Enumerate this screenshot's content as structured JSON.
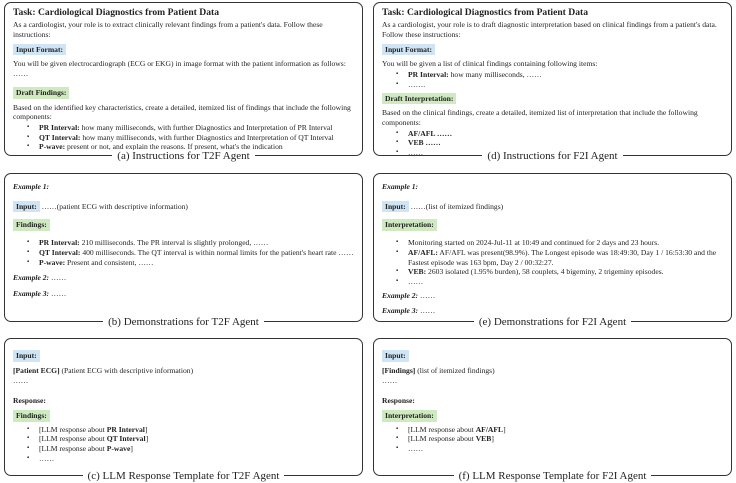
{
  "a": {
    "title": "Task: Cardiological Diagnostics from Patient Data",
    "intro": "As a cardiologist, your role is to extract clinically relevant findings from a patient's data. Follow these instructions:",
    "input_tag": "Input Format:",
    "input_text": "You will be given electrocardiograph (ECG or EKG) in image format with the patient information as follows: ……",
    "draft_tag": "Draft Findings:",
    "draft_text": "Based on the identified key characteristics, create a detailed, itemized list of findings that include the following components:",
    "items": [
      {
        "b": "PR Interval:",
        "t": " how many milliseconds, with further Diagnostics and Interpretation of PR Interval"
      },
      {
        "b": "QT Interval:",
        "t": " how many milliseconds, with further Diagnostics and Interpretation of QT Interval"
      },
      {
        "b": "P-wave:",
        "t": " present or not, and explain the reasons. If present, what's the indication"
      }
    ],
    "caption": "(a) Instructions for T2F Agent"
  },
  "d": {
    "title": "Task: Cardiological Diagnostics from Patient Data",
    "intro": "As a cardiologist, your role is to draft diagnostic interpretation based on clinical findings from a patient's data. Follow these instructions:",
    "input_tag": "Input Format:",
    "input_text": "You will be given a list of clinical findings containing following items:",
    "input_items": [
      {
        "b": "PR Interval:",
        "t": " how many milliseconds, ……"
      },
      {
        "b": "",
        "t": "……."
      }
    ],
    "draft_tag": "Draft Interpretation:",
    "draft_text": "Based on the clinical findings, create a detailed, itemized list of interpretation that include the following components:",
    "items": [
      {
        "b": "AF/AFL ……",
        "t": ""
      },
      {
        "b": "VEB ……",
        "t": ""
      },
      {
        "b": "",
        "t": "……"
      }
    ],
    "caption": "(d) Instructions for F2I Agent"
  },
  "b": {
    "ex1": "Example 1:",
    "input_tag": "Input:",
    "input_text": " ……(patient ECG with descriptive information)",
    "out_tag": "Findings:",
    "items": [
      {
        "b": "PR Interval:",
        "t": " 210 milliseconds. The PR interval is slightly prolonged, ……"
      },
      {
        "b": "QT Interval:",
        "t": " 400 milliseconds. The QT interval is within normal limits for the patient's heart rate ……"
      },
      {
        "b": "P-wave:",
        "t": " Present and consistent, ……"
      }
    ],
    "ex2": "Example 2:",
    "ex2_text": "……",
    "ex3": "Example 3:",
    "ex3_text": "……",
    "caption": "(b) Demonstrations for T2F Agent"
  },
  "e": {
    "ex1": "Example 1:",
    "input_tag": "Input:",
    "input_text": " ……(list of itemized findings)",
    "out_tag": "Interpretation:",
    "items": [
      {
        "b": "",
        "t": "Monitoring started on 2024-Jul-11 at 10:49 and continued for 2 days and 23 hours."
      },
      {
        "b": "AF/AFL:",
        "t": " AF/AFL was present(98.9%). The Longest episode was 18:49:30, Day 1 / 16:53:30 and the Fastest episode was 163 bpm, Day 2 / 00:32:27."
      },
      {
        "b": "VEB:",
        "t": " 2603 isolated (1.95% burden), 58 couplets, 4 bigeminy, 2 trigeminy episodes."
      },
      {
        "b": "",
        "t": "……"
      }
    ],
    "ex2": "Example 2:",
    "ex2_text": "……",
    "ex3": "Example 3:",
    "ex3_text": "……",
    "caption": "(e) Demonstrations for F2I Agent"
  },
  "c": {
    "input_tag": "Input:",
    "line_b": "[Patient ECG]",
    "line_t": " (Patient ECG with descriptive information)",
    "dots": "……",
    "resp": "Response:",
    "out_tag": "Findings:",
    "items": [
      {
        "pre": "[LLM response about ",
        "b": "PR Interval",
        "post": "]"
      },
      {
        "pre": "[LLM response about ",
        "b": "QT Interval",
        "post": "]"
      },
      {
        "pre": "[LLM response about ",
        "b": "P-wave",
        "post": "]"
      },
      {
        "pre": "……",
        "b": "",
        "post": ""
      }
    ],
    "caption": "(c) LLM Response Template for T2F Agent"
  },
  "f": {
    "input_tag": "Input:",
    "line_b": "[Findings]",
    "line_t": " (list of itemized findings)",
    "dots": "……",
    "resp": "Response:",
    "out_tag": "Interpretation:",
    "items": [
      {
        "pre": "[LLM response about ",
        "b": "AF/AFL",
        "post": "]"
      },
      {
        "pre": "[LLM response about ",
        "b": "VEB",
        "post": "]"
      },
      {
        "pre": "……",
        "b": "",
        "post": ""
      }
    ],
    "caption": "(f) LLM Response Template for F2I Agent"
  },
  "colors": {
    "input_tag": "#cfe5f5",
    "output_tag": "#cfeac0",
    "border": "#333333"
  }
}
